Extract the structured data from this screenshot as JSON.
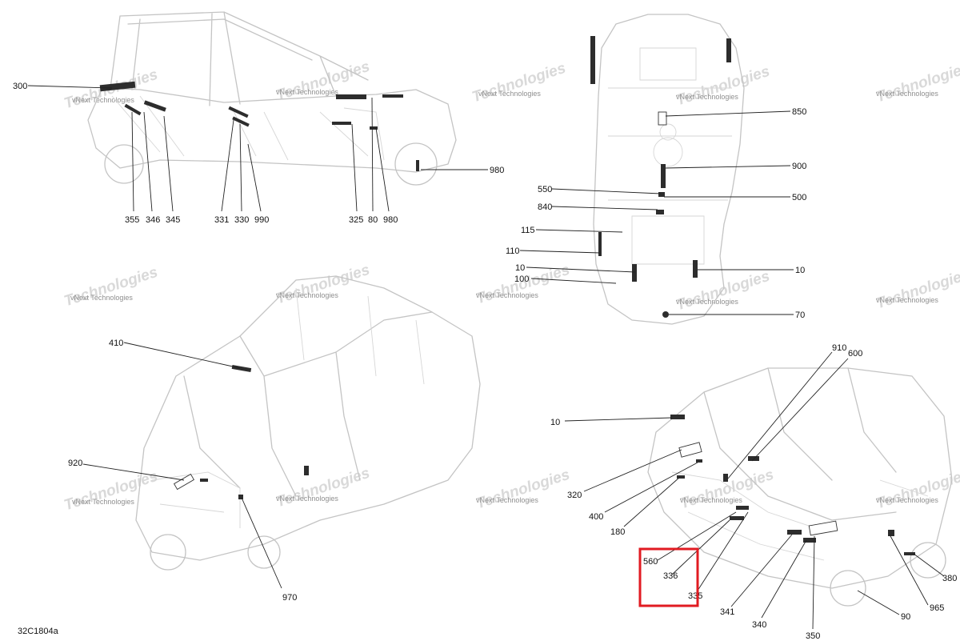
{
  "figure_code": "32C1804a",
  "watermark": {
    "line1": "vNext Technologies",
    "line2": "Technologies"
  },
  "callouts": {
    "side_view": [
      "300",
      "355",
      "346",
      "345",
      "331",
      "330",
      "990",
      "325",
      "80",
      "980",
      "980"
    ],
    "top_view": [
      "850",
      "900",
      "550",
      "500",
      "840",
      "115",
      "110",
      "10",
      "10",
      "100",
      "70"
    ],
    "front_three_quarter_view": [
      "410",
      "920",
      "970"
    ],
    "rear_three_quarter_view": [
      "910",
      "600",
      "10",
      "320",
      "400",
      "180",
      "560",
      "336",
      "335",
      "341",
      "340",
      "350",
      "90",
      "965",
      "380"
    ]
  },
  "highlighted_callout": "336",
  "highlight_color": "#e11b22"
}
